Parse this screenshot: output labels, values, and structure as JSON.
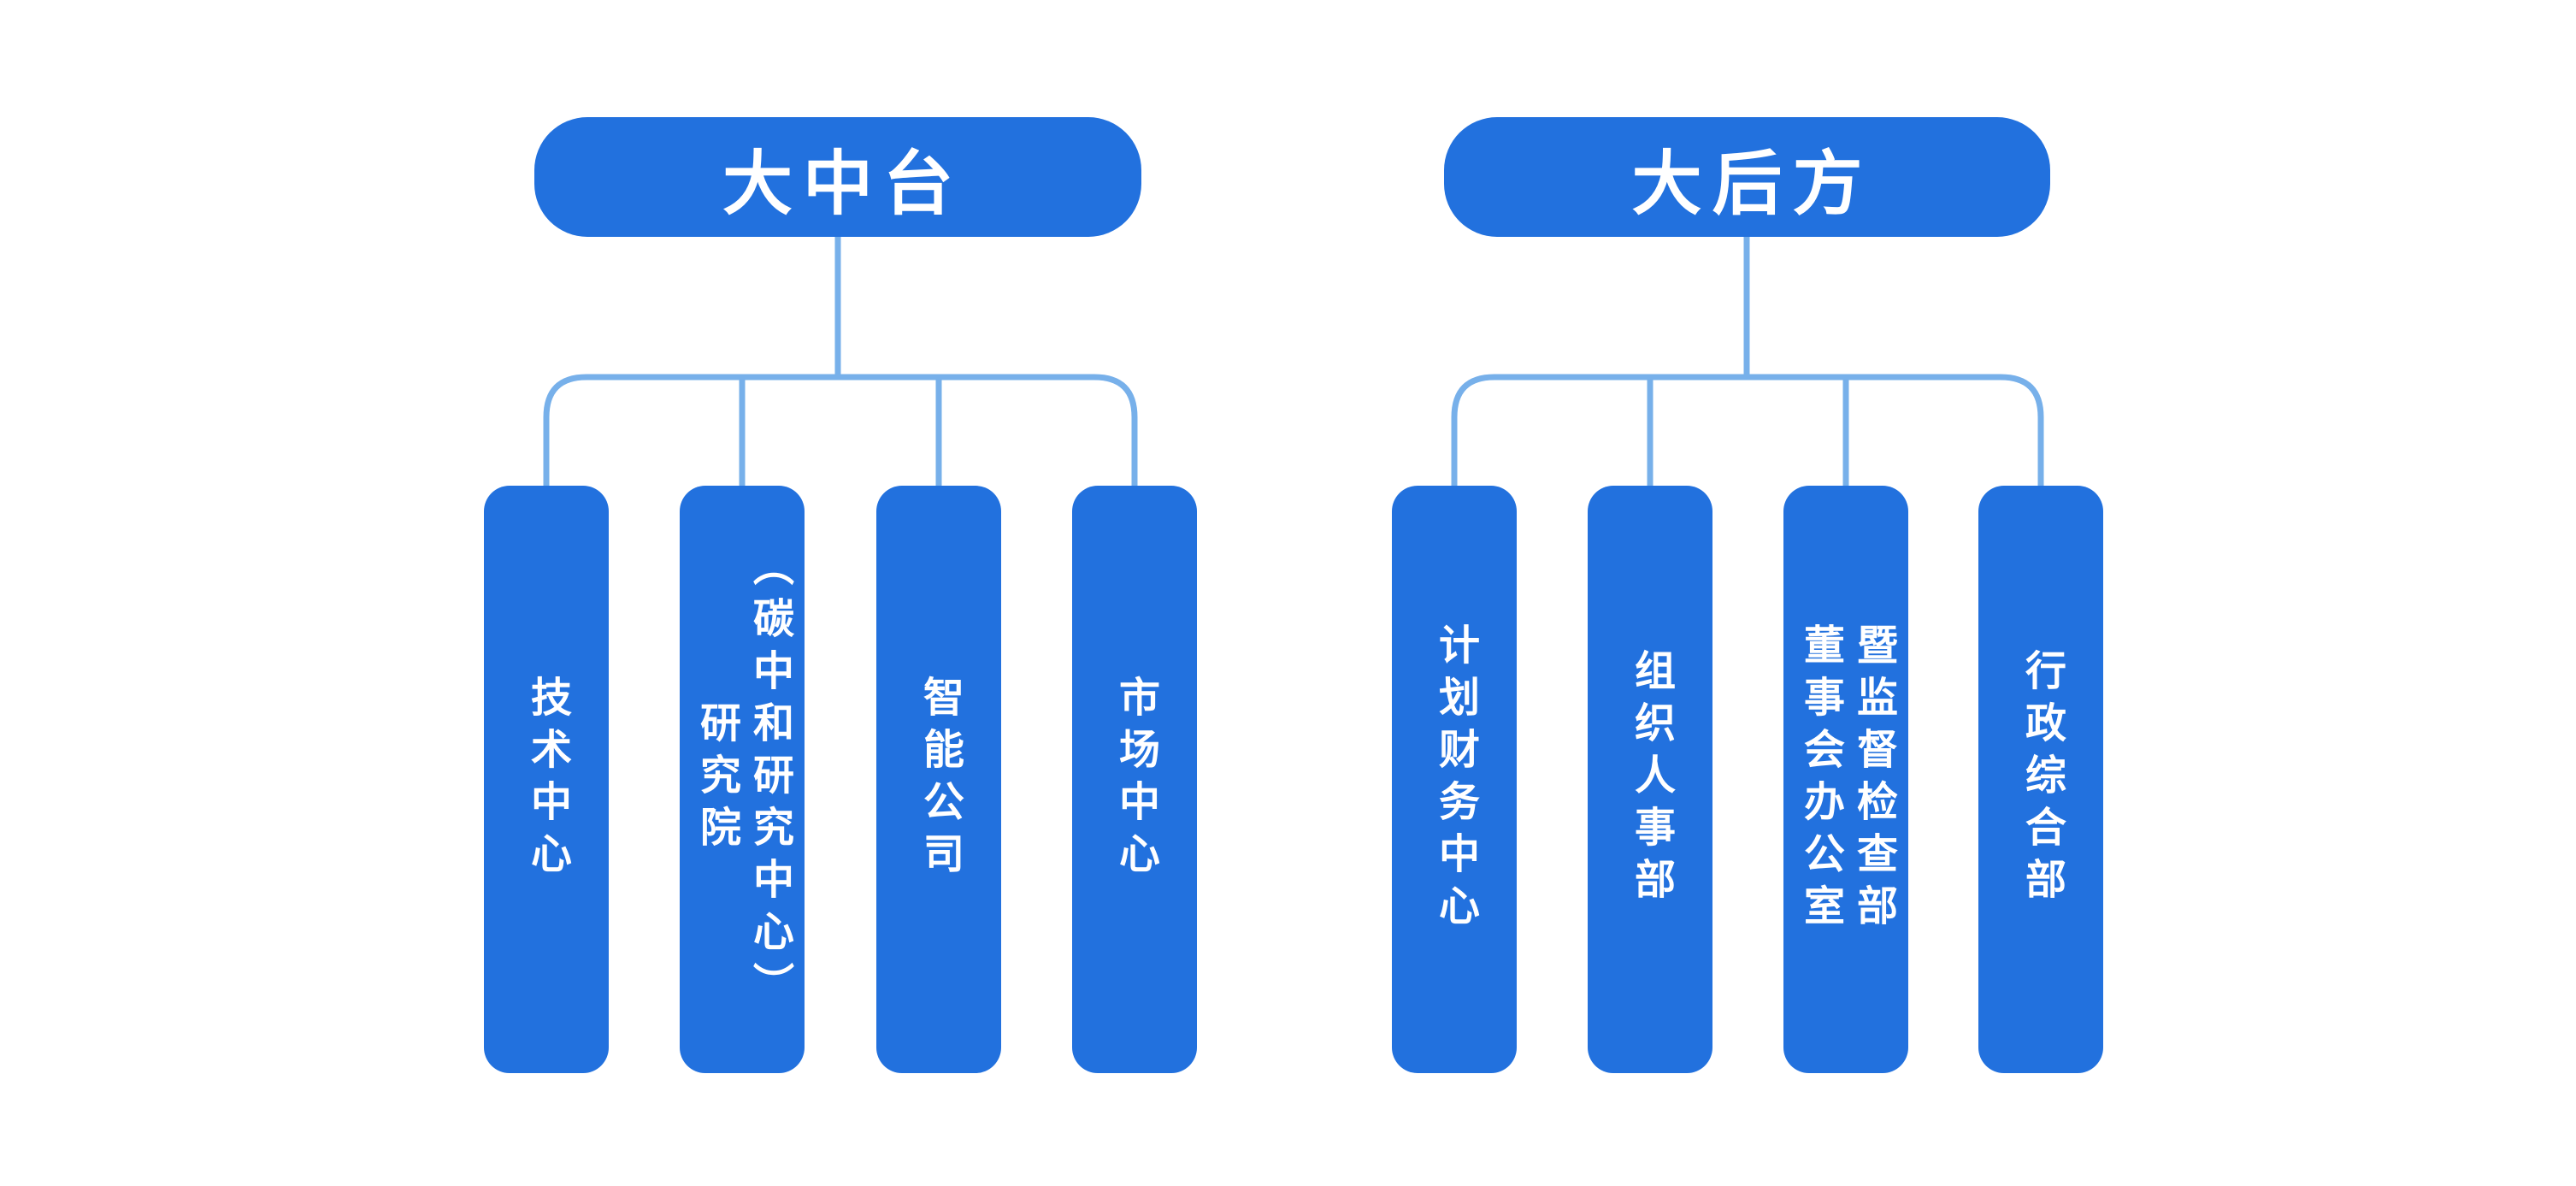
{
  "page": {
    "background": "#FFFFFF"
  },
  "diagram": {
    "type": "org-chart",
    "colors": {
      "node_fill": "#2271DE",
      "connector": "#77B0EA",
      "node_text": "#FFFFFF"
    },
    "groups": [
      {
        "title": "大中台",
        "children": [
          {
            "label": "技术中心"
          },
          {
            "label": "研究院\n（碳中和研究中心）"
          },
          {
            "label": "智能公司"
          },
          {
            "label": "市场中心"
          }
        ]
      },
      {
        "title": "大后方",
        "children": [
          {
            "label": "计划财务中心"
          },
          {
            "label": "组织人事部"
          },
          {
            "label": "董事会办公室\n暨监督检查部"
          },
          {
            "label": "行政综合部"
          }
        ]
      }
    ]
  }
}
